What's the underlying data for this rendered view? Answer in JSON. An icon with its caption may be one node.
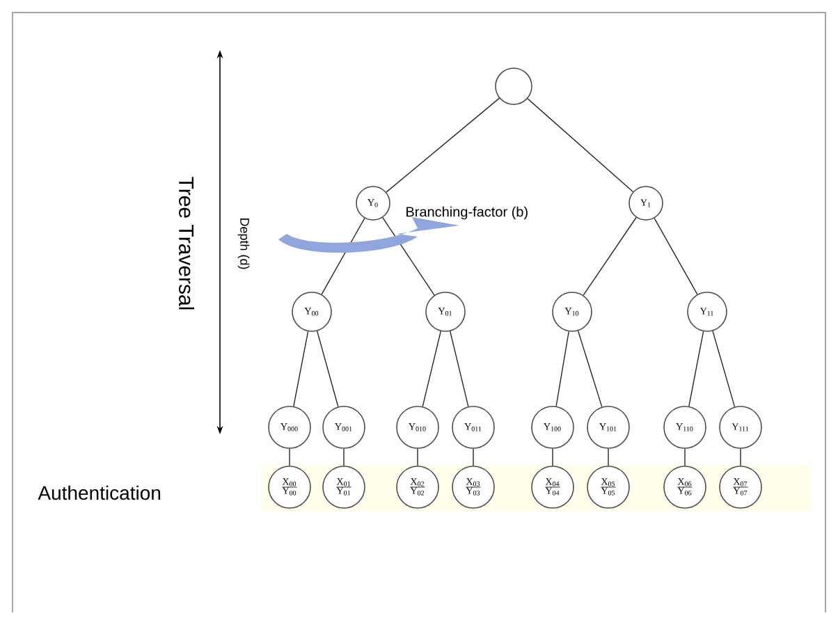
{
  "diagram": {
    "nodes": [
      {
        "text": [],
        "shape": "circle"
      },
      {
        "text": [
          "Y$_{0}$"
        ]
      },
      {
        "text": [
          "Y$_{1}$"
        ]
      },
      {
        "text": [
          "Y$_{00}$"
        ]
      },
      {
        "text": [
          "Y$_{01}$"
        ]
      },
      {
        "text": [
          "Y$_{10}$"
        ]
      },
      {
        "text": [
          "Y$_{11}$"
        ]
      },
      {
        "text": [
          "Y$_{000}$"
        ]
      },
      {
        "text": [
          "Y$_{001}$"
        ]
      },
      {
        "text": [
          "Y$_{010}$"
        ]
      },
      {
        "text": [
          "Y$_{011}$"
        ]
      },
      {
        "text": [
          "Y$_{100}$"
        ]
      },
      {
        "text": [
          "Y$_{101}$"
        ]
      },
      {
        "text": [
          "Y$_{110}$"
        ]
      },
      {
        "text": [
          "Y$_{111}$"
        ]
      },
      {
        "text": [
          "X$_{00}$",
          "Y$_{00}$"
        ]
      },
      {
        "text": [
          "X$_{01}$",
          "Y$_{01}$"
        ]
      },
      {
        "text": [
          "X$_{02}$",
          "Y$_{02}$"
        ]
      },
      {
        "text": [
          "X$_{03}$",
          "Y$_{03}$"
        ]
      },
      {
        "text": [
          "X$_{04}$",
          "Y$_{04}$"
        ]
      },
      {
        "text": [
          "X$_{05}$",
          "Y$_{05}$"
        ]
      },
      {
        "text": [
          "X$_{06}$",
          "Y$_{06}$"
        ]
      },
      {
        "text": [
          "X$_{07}$",
          "Y$_{07}$"
        ]
      }
    ],
    "edges": [
      {
        "from": 0,
        "to": 1,
        "arrow": "none"
      },
      {
        "from": 0,
        "to": 2,
        "arrow": "none"
      },
      {
        "from": 1,
        "to": 3,
        "arrow": "none"
      },
      {
        "from": 1,
        "to": 4,
        "arrow": "none"
      },
      {
        "from": 2,
        "to": 5,
        "arrow": "none"
      },
      {
        "from": 2,
        "to": 6,
        "arrow": "none"
      },
      {
        "from": 3,
        "to": 7,
        "arrow": "none"
      },
      {
        "from": 3,
        "to": 8,
        "arrow": "none"
      },
      {
        "from": 4,
        "to": 9,
        "arrow": "none"
      },
      {
        "from": 4,
        "to": 10,
        "arrow": "none"
      },
      {
        "from": 5,
        "to": 11,
        "arrow": "none"
      },
      {
        "from": 5,
        "to": 12,
        "arrow": "none"
      },
      {
        "from": 6,
        "to": 13,
        "arrow": "none"
      },
      {
        "from": 6,
        "to": 14,
        "arrow": "none"
      },
      {
        "from": 7,
        "to": 15,
        "arrow": "none"
      },
      {
        "from": 8,
        "to": 16,
        "arrow": "none"
      },
      {
        "from": 9,
        "to": 17,
        "arrow": "none"
      },
      {
        "from": 10,
        "to": 18,
        "arrow": "none"
      },
      {
        "from": 11,
        "to": 19,
        "arrow": "none"
      },
      {
        "from": 12,
        "to": 20,
        "arrow": "none"
      },
      {
        "from": 13,
        "to": 21,
        "arrow": "none"
      },
      {
        "from": 14,
        "to": 22,
        "arrow": "none"
      }
    ],
    "labels": [
      "Tree Traversal",
      "Depth (d)",
      "Branching-factor (b)",
      "Authentication"
    ]
  }
}
